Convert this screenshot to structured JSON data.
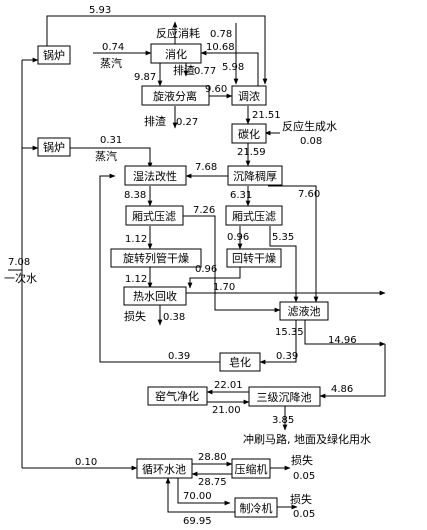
{
  "nodes": {
    "boiler1": "锅炉",
    "slaking": "消化",
    "cyclone": "旋液分离",
    "adjust": "调浓",
    "carbonation": "碳化",
    "boiler2": "锅炉",
    "wet_modify": "湿法改性",
    "settle_thicken": "沉降稠厚",
    "filter_press1": "厢式压滤",
    "filter_press2": "厢式压滤",
    "rotary_dryer": "旋转列管干燥",
    "drum_dryer": "回转干燥",
    "hot_water_recovery": "热水回收",
    "filtrate_pool": "滤液池",
    "saponify": "皂化",
    "kiln_gas": "窑气净化",
    "third_settle": "三级沉降池",
    "circ_pool": "循环水池",
    "compressor": "压缩机",
    "chiller": "制冷机"
  },
  "labels": {
    "reaction_consume": "反应消耗",
    "steam1": "蒸汽",
    "slag1": "排渣",
    "slag2": "排渣",
    "reaction_water": "反应生成水",
    "steam2": "蒸汽",
    "loss1": "损失",
    "primary_water": "一次水",
    "flushing": "冲刷马路, 地面及绿化用水",
    "loss2": "损失",
    "loss3": "损失"
  },
  "values": {
    "v593": "5.93",
    "v078": "0.78",
    "v074": "0.74",
    "v1068": "10.68",
    "v987": "9.87",
    "v077": "0.77",
    "v598": "5.98",
    "v960": "9.60",
    "v027": "0.27",
    "v2151": "21.51",
    "v008": "0.08",
    "v031": "0.31",
    "v2159": "21.59",
    "v768": "7.68",
    "v838": "8.38",
    "v631": "6.31",
    "v760": "7.60",
    "v726": "7.26",
    "v112a": "1.12",
    "v096a": "0.96",
    "v535": "5.35",
    "v112b": "1.12",
    "v096b": "0.96",
    "v708": "7.08",
    "v170": "1.70",
    "v038": "0.38",
    "v1535": "15.35",
    "v1496": "14.96",
    "v039a": "0.39",
    "v039b": "0.39",
    "v2201": "22.01",
    "v2100": "21.00",
    "v486": "4.86",
    "v385": "3.85",
    "v010": "0.10",
    "v2880": "28.80",
    "v2875": "28.75",
    "v005a": "0.05",
    "v7000": "70.00",
    "v6995": "69.95",
    "v005b": "0.05"
  }
}
